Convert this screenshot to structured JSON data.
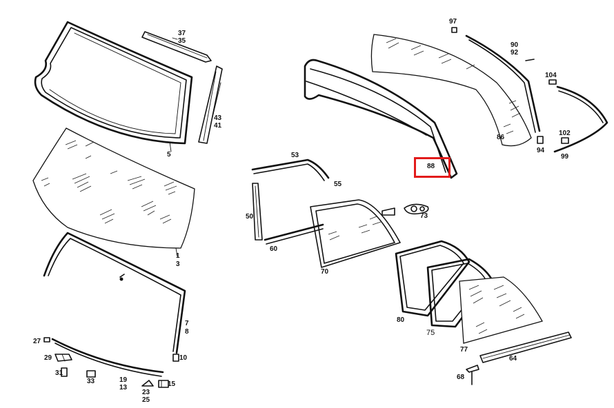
{
  "highlight": {
    "part": "88",
    "color": "#e21b1b"
  },
  "labels": {
    "l37": "37",
    "l35": "35",
    "l43": "43",
    "l41": "41",
    "l5": "5",
    "l1": "1",
    "l3": "3",
    "l7": "7",
    "l8": "8",
    "l10": "10",
    "l27": "27",
    "l29": "29",
    "l31": "31",
    "l33": "33",
    "l19": "19",
    "l13": "13",
    "l23": "23",
    "l25": "25",
    "l15": "15",
    "l97": "97",
    "l90": "90",
    "l92": "92",
    "l104": "104",
    "l86": "86",
    "l102": "102",
    "l94": "94",
    "l99": "99",
    "l88": "88",
    "l53": "53",
    "l55": "55",
    "l50": "50",
    "l60": "60",
    "l70": "70",
    "l73": "73",
    "l80": "80",
    "l75": "75",
    "l77": "77",
    "l64": "64",
    "l68": "68"
  }
}
